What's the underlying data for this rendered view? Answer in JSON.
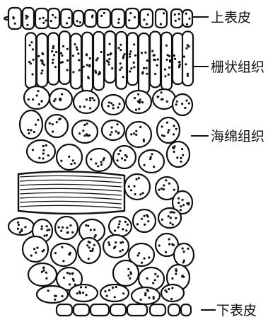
{
  "figure": {
    "labels": {
      "upper_epidermis": "上表皮",
      "palisade_tissue": "栅状组织",
      "spongy_tissue": "海绵组织",
      "lower_epidermis": "下表皮"
    }
  }
}
